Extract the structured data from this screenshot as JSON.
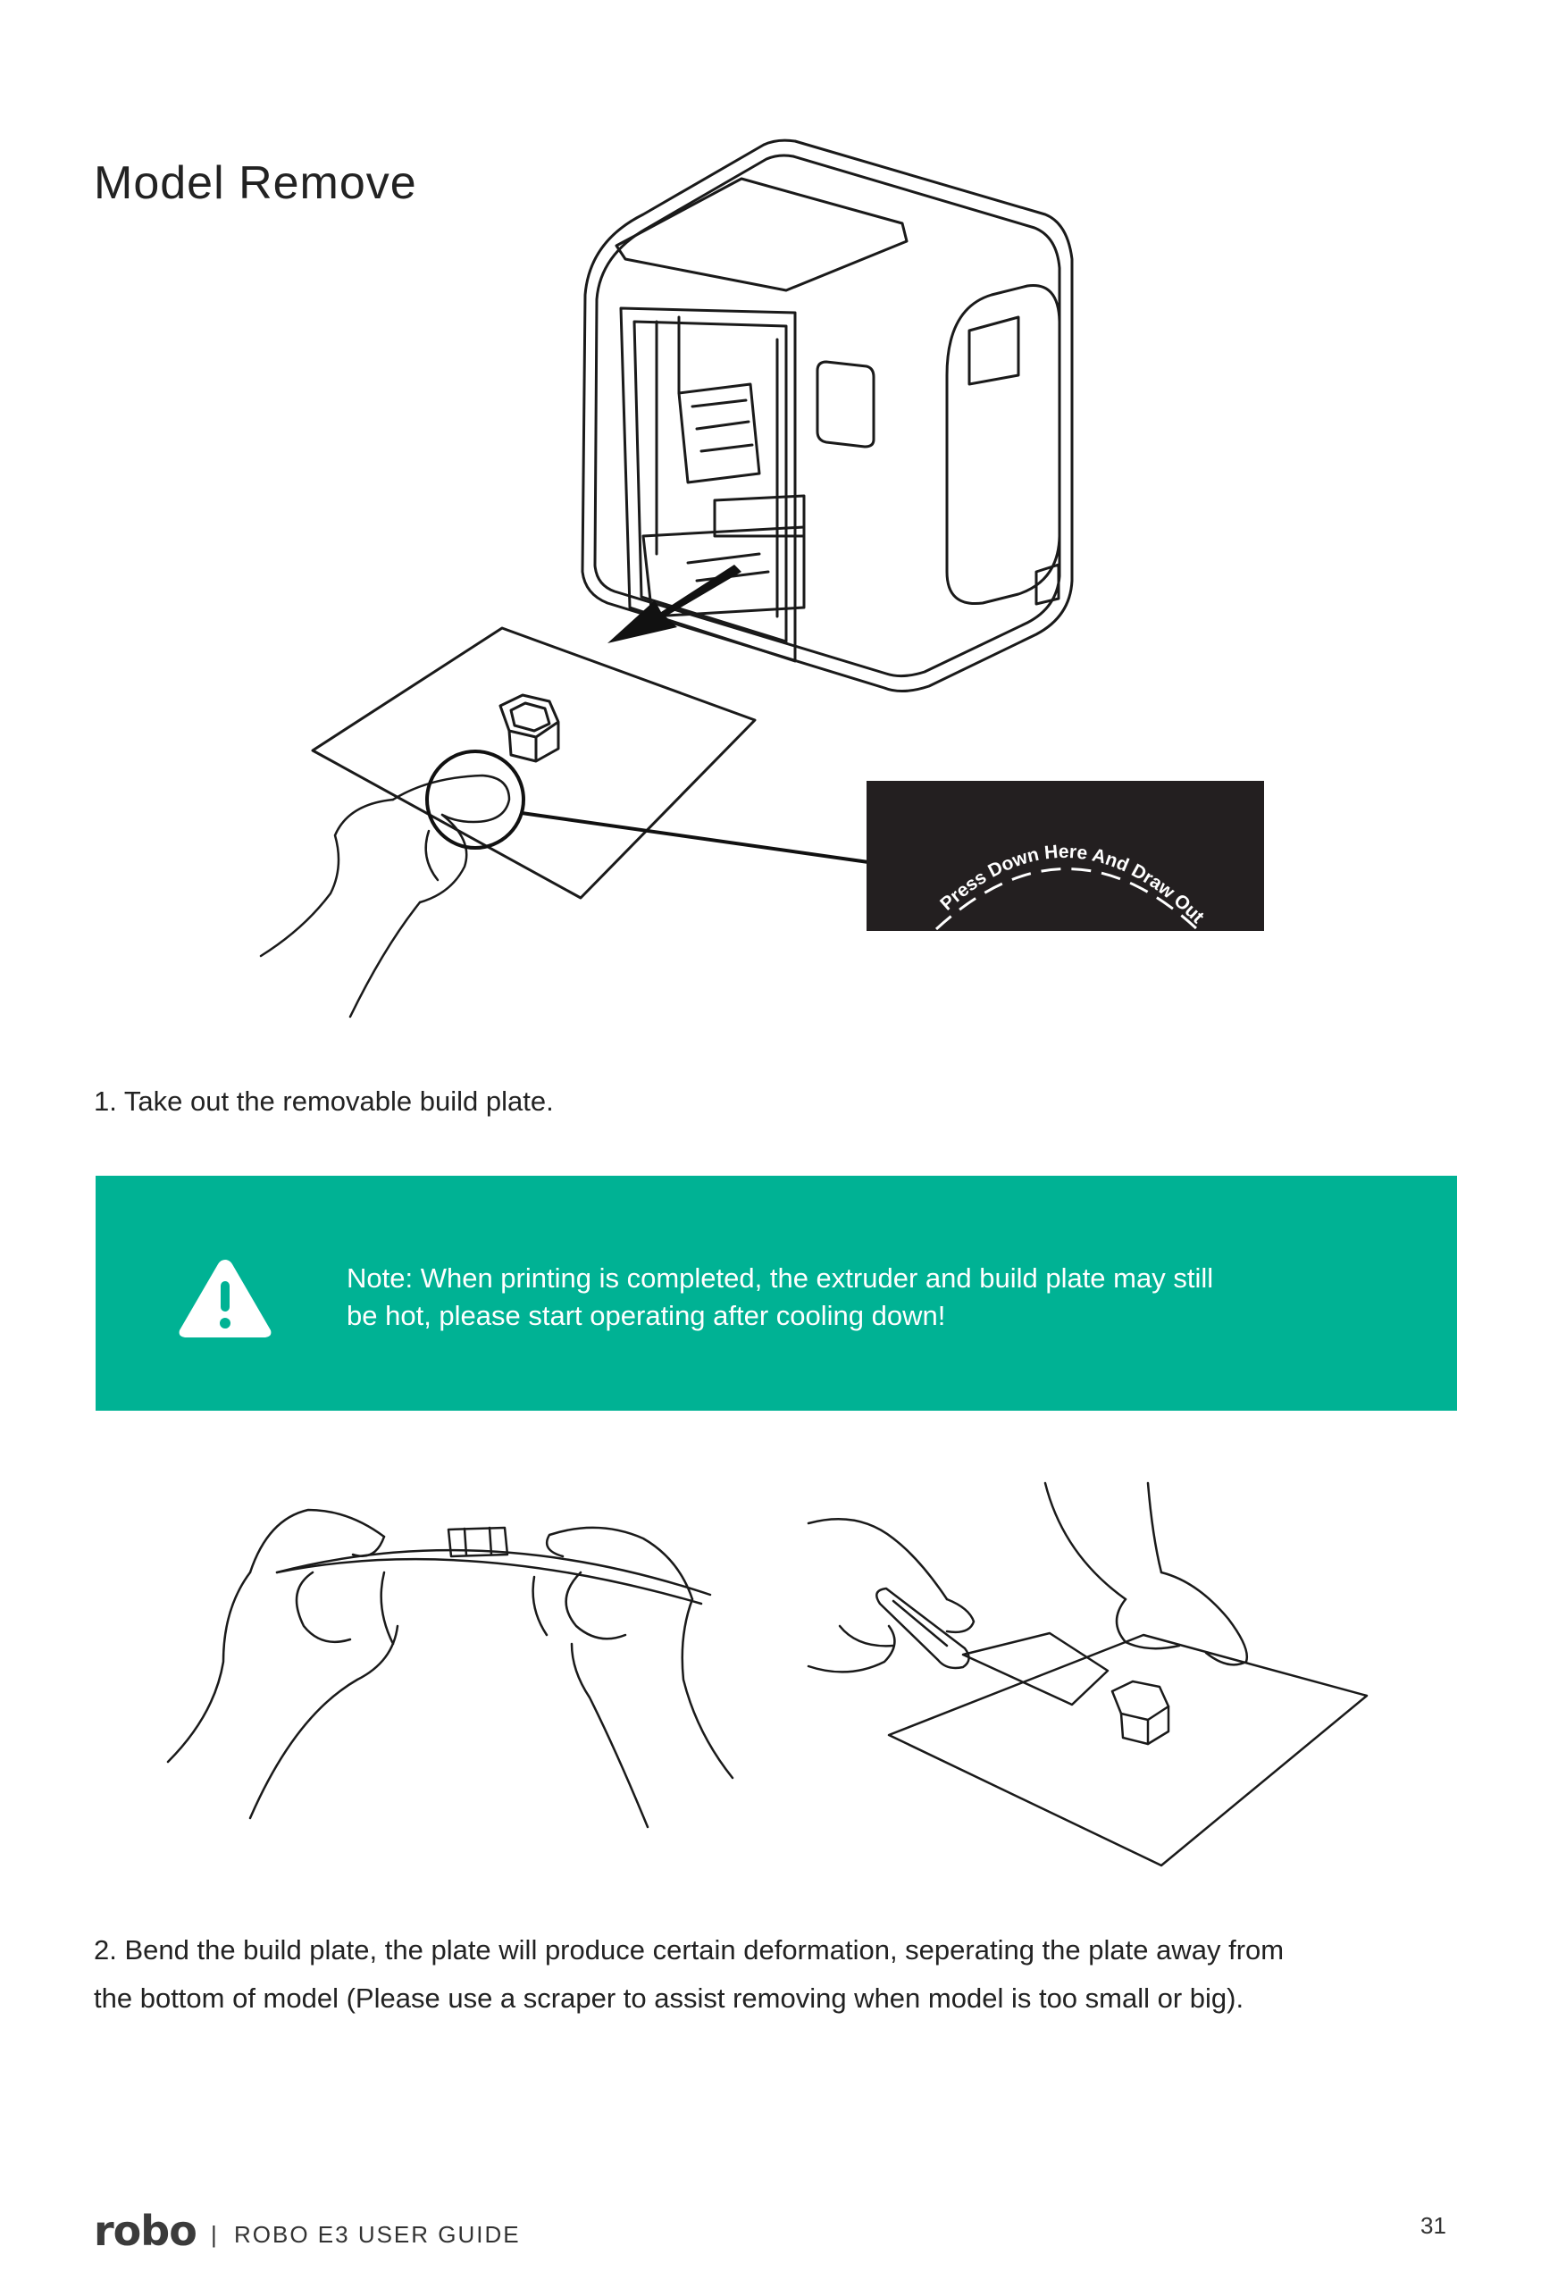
{
  "page": {
    "title": "Model Remove",
    "callout_text": "Press Down Here And Draw Out",
    "step1": "1. Take out the removable build plate.",
    "note_line1": "Note: When printing is completed, the extruder and build plate may still",
    "note_line2": "be hot, please start operating after cooling down!",
    "step2_line1": "2. Bend the build plate, the plate will produce certain deformation, seperating the plate away from",
    "step2_line2": "the bottom of model (Please use a scraper to assist removing when model is too small or big)."
  },
  "footer": {
    "logo": "robo",
    "separator": "|",
    "guide": "ROBO E3 USER GUIDE",
    "page_number": "31"
  },
  "colors": {
    "note_bg": "#00b294",
    "callout_bg": "#231f20",
    "text": "#222222"
  },
  "icons": [
    "warning-icon"
  ]
}
